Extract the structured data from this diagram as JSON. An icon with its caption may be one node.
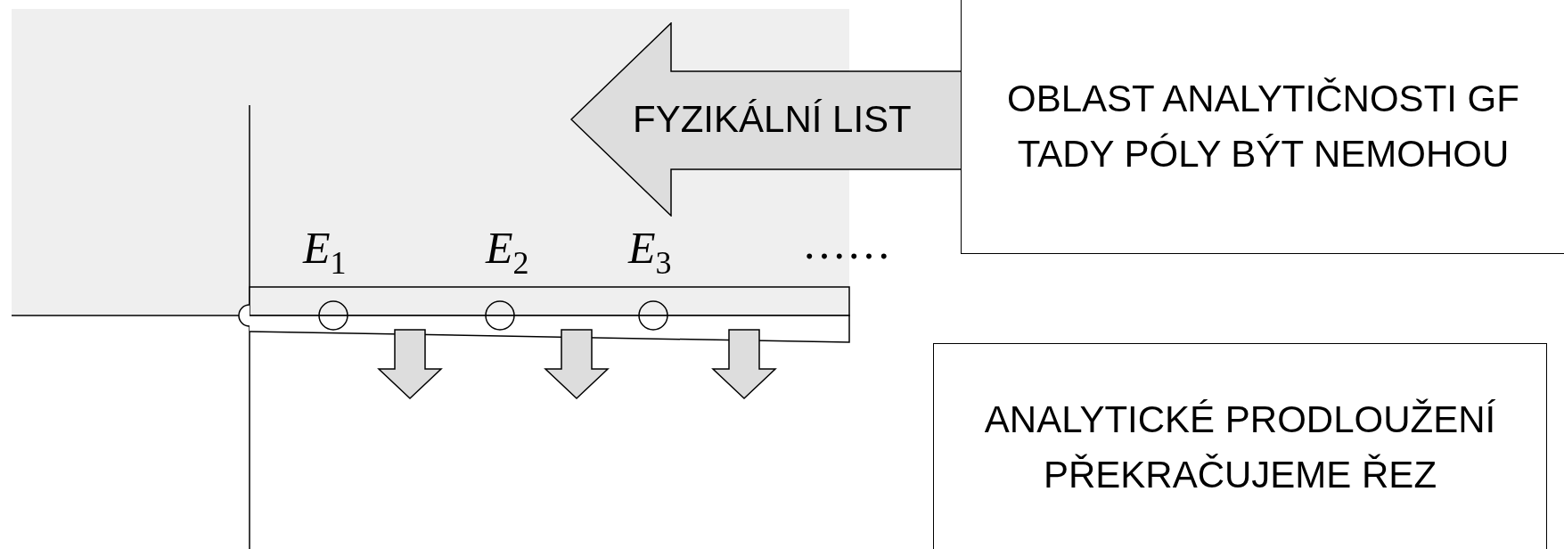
{
  "diagram": {
    "nodes": [
      {
        "text": [
          "FYZIKÁLNÍ LIST"
        ]
      },
      {
        "text": [
          "OBLAST ANALYTIČNOSTI GF",
          "TADY PÓLY BÝT NEMOHOU"
        ]
      },
      {
        "text": [
          "ANALYTICKÉ PRODLOUŽENÍ",
          "PŘEKRAČUJEME ŘEZ"
        ]
      }
    ],
    "labels": [
      "*E*$_{1}$",
      "*E*$_{2}$",
      "*E*$_{3}$",
      "……"
    ]
  }
}
